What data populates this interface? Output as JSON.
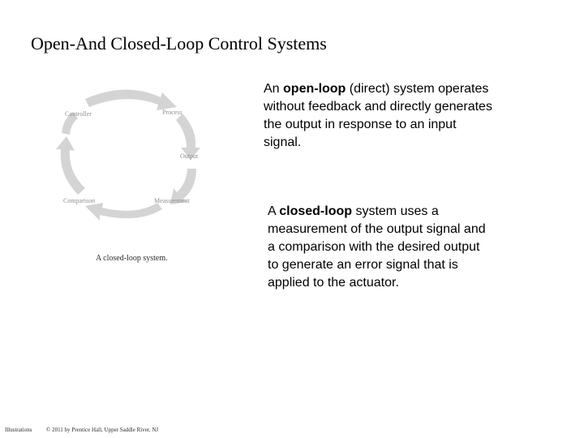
{
  "slide": {
    "title": "Open-And Closed-Loop Control Systems"
  },
  "figure": {
    "labels": {
      "controller": "Controller",
      "process": "Process",
      "output": "Output",
      "comparison": "Comparison",
      "measurement": "Measurement"
    },
    "caption": "A closed-loop system.",
    "arrow_color": "#d4d4d4"
  },
  "open_loop": {
    "prefix": "An ",
    "term": "open-loop",
    "suffix": " (direct) system operates without feedback and directly generates the output in response to an input signal."
  },
  "closed_loop": {
    "prefix": "A ",
    "term": "closed-loop",
    "suffix": " system uses a measurement of the output signal and a comparison with the desired output to generate an error signal that is applied to the actuator."
  },
  "footer": {
    "left": "Illustrations",
    "right": "© 2011 by Prentice Hall, Upper Saddle River, NJ"
  }
}
